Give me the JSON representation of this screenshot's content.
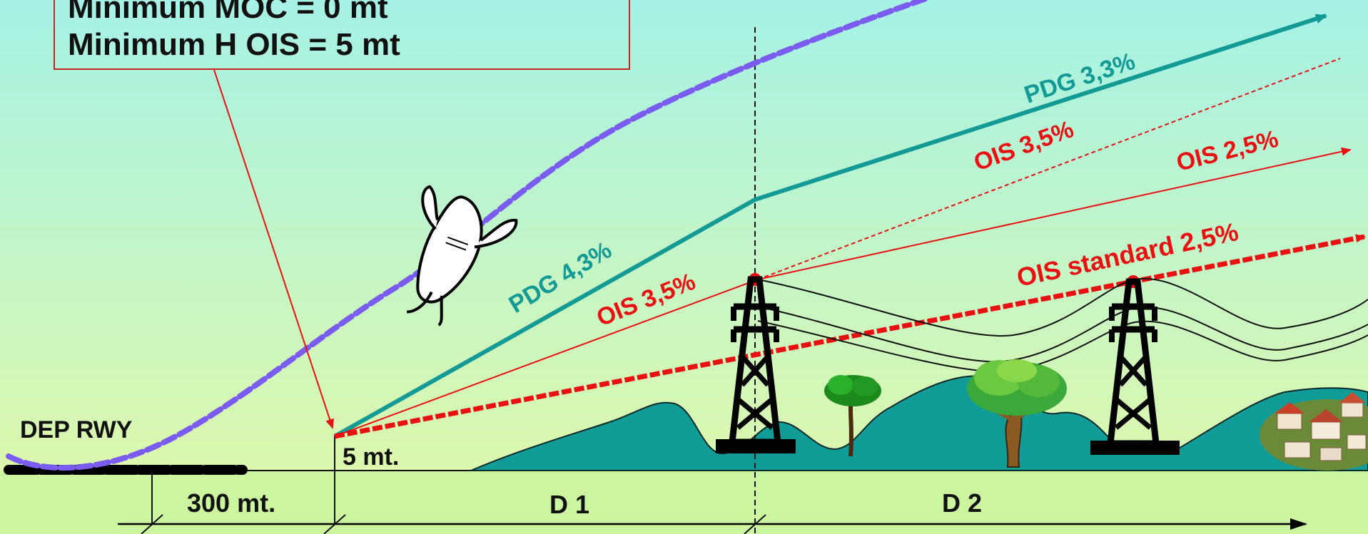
{
  "info_box": {
    "line1": "Minimum MOC  = 0 mt",
    "line2": "Minimum H OIS = 5 mt"
  },
  "labels": {
    "runway": "DEP RWY",
    "height_5mt": "5 mt.",
    "dist_300": "300 mt.",
    "dist_d1": "D 1",
    "dist_d2": "D 2",
    "pdg_43": "PDG 4,3%",
    "pdg_33": "PDG 3,3%",
    "ois_35_near": "OIS 3,5%",
    "ois_35_far": "OIS 3,5%",
    "ois_25": "OIS 2,5%",
    "ois_standard": "OIS standard 2,5%"
  },
  "colors": {
    "sky_top": "#a6f2e6",
    "sky_bottom": "#d8f8b0",
    "ground": "#ccf5a0",
    "hills": "#119c98",
    "pdg": "#139a94",
    "ois": "#e81010",
    "flight_path": "#7a5cf0",
    "tower": "#000000"
  },
  "icons": [
    "airplane-icon",
    "power-tower-icon",
    "tree-icon",
    "village-icon"
  ]
}
